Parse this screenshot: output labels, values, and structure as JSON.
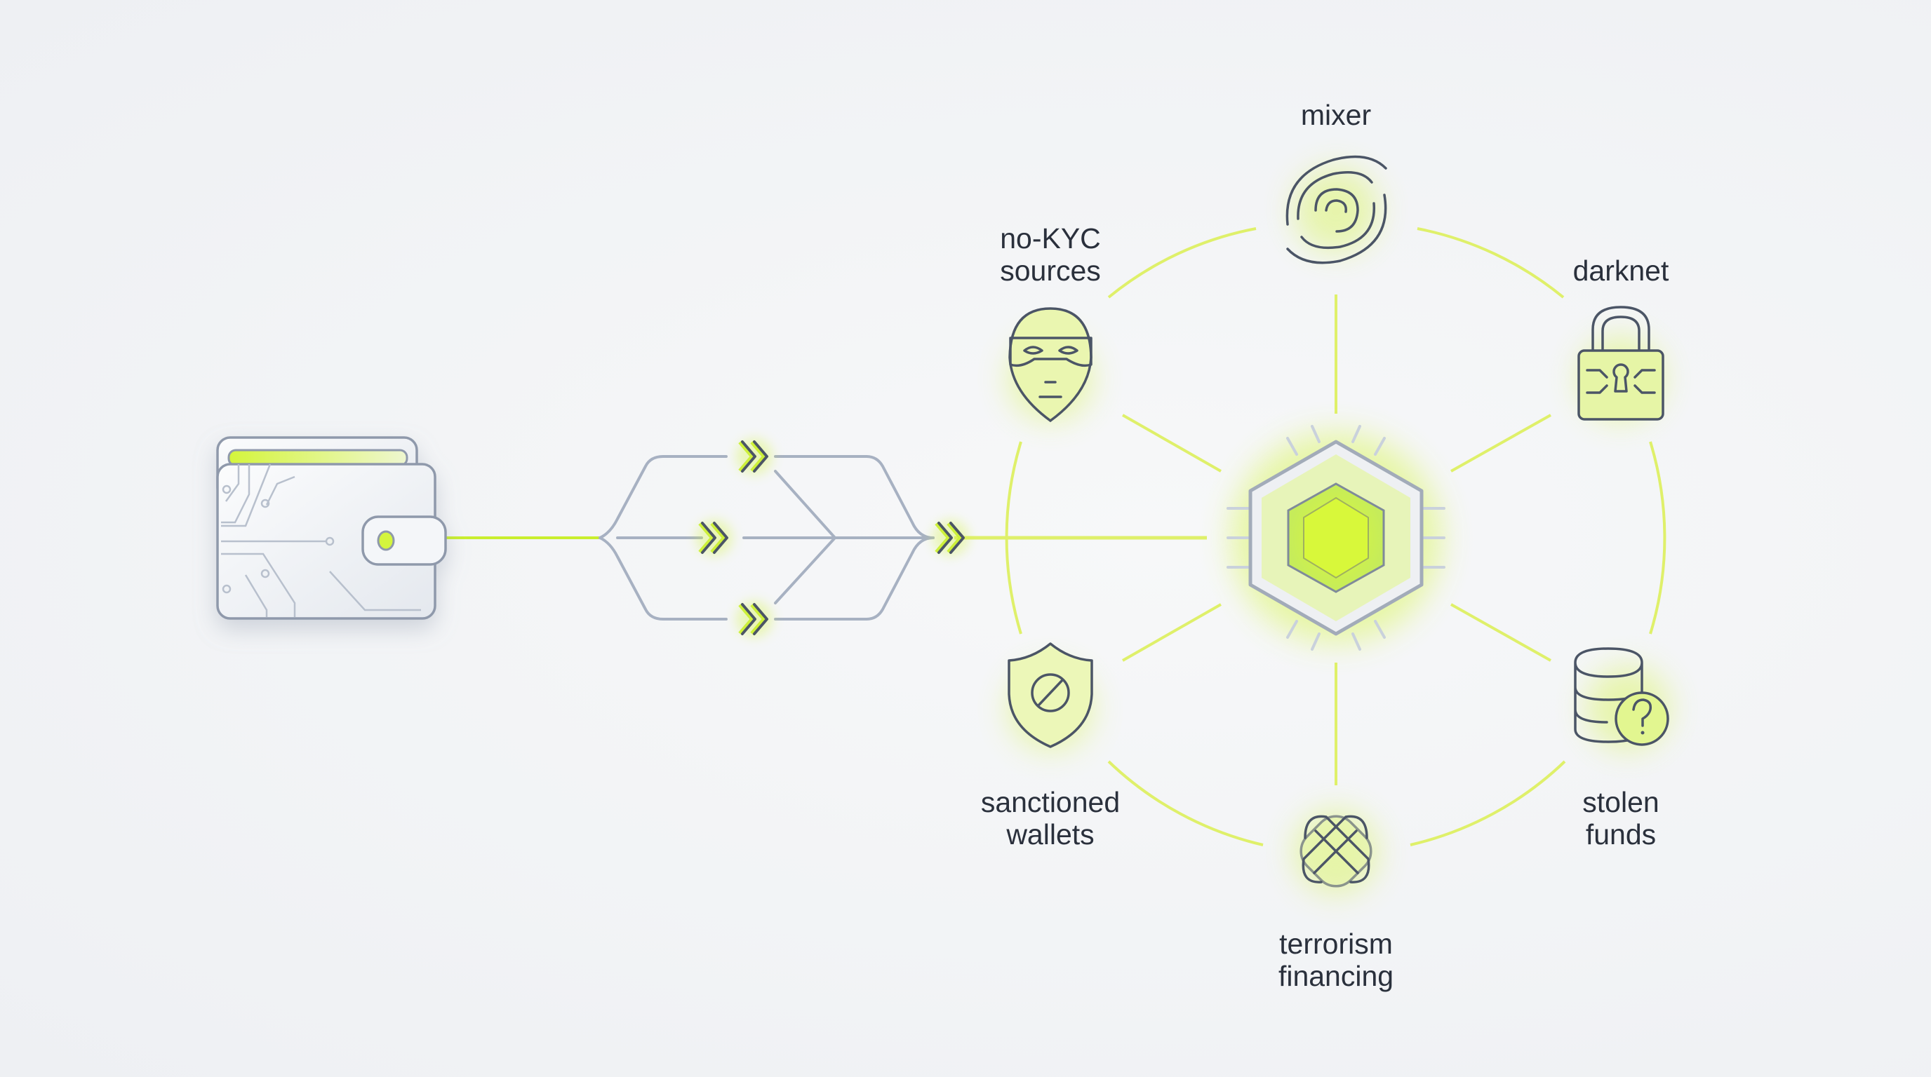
{
  "diagram": {
    "source": {
      "name": "wallet"
    },
    "hub": {
      "name": "risk-screening-core"
    },
    "categories": [
      {
        "id": "mixer",
        "lines": [
          "mixer"
        ],
        "icon": "swirl-icon"
      },
      {
        "id": "darknet",
        "lines": [
          "darknet"
        ],
        "icon": "padlock-icon"
      },
      {
        "id": "stolen-funds",
        "lines": [
          "stolen",
          "funds"
        ],
        "icon": "database-question-icon"
      },
      {
        "id": "terrorism-financing",
        "lines": [
          "terrorism",
          "financing"
        ],
        "icon": "knot-icon"
      },
      {
        "id": "sanctioned-wallets",
        "lines": [
          "sanctioned",
          "wallets"
        ],
        "icon": "shield-ban-icon"
      },
      {
        "id": "no-kyc-sources",
        "lines": [
          "no-KYC",
          "sources"
        ],
        "icon": "masked-face-icon"
      }
    ]
  },
  "colors": {
    "accent": "#d4f53c",
    "line": "#dff06a",
    "icon": "#4b5566",
    "path": "#a7b1c2",
    "text": "#2a303c"
  }
}
